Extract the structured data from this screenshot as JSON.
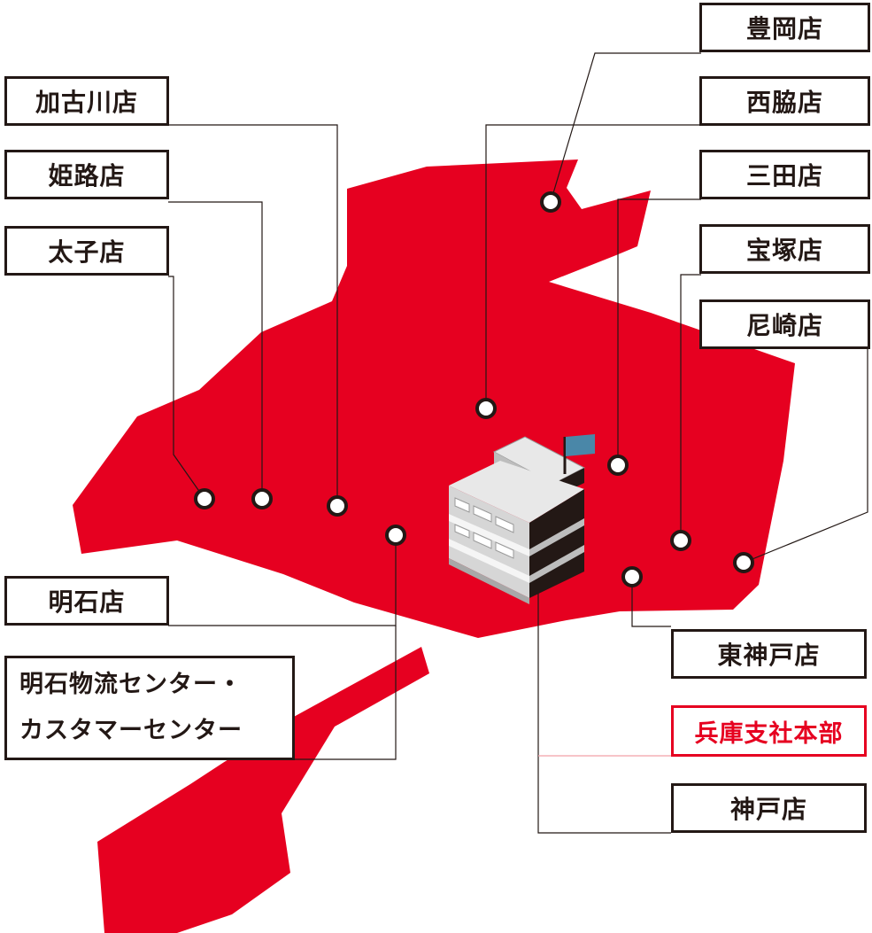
{
  "colors": {
    "region": "#e60020",
    "line": "#231815",
    "hq_line": "#f2a0a8",
    "pin_fill": "#ffffff",
    "flag": "#4a87a8"
  },
  "stores": {
    "toyooka": "豊岡店",
    "nishiwaki": "西脇店",
    "sanda": "三田店",
    "takarazuka": "宝塚店",
    "amagasaki": "尼崎店",
    "kakogawa": "加古川店",
    "himeji": "姫路店",
    "taishi": "太子店",
    "akashi": "明石店",
    "akashi_center_line1": "明石物流センター・",
    "akashi_center_line2": "カスタマーセンター",
    "higashikobe": "東神戸店",
    "hq": "兵庫支社本部",
    "kobe": "神戸店"
  },
  "icons": {
    "hq_building": "office-building-icon",
    "flag": "flag-icon",
    "pin": "location-pin-icon"
  }
}
